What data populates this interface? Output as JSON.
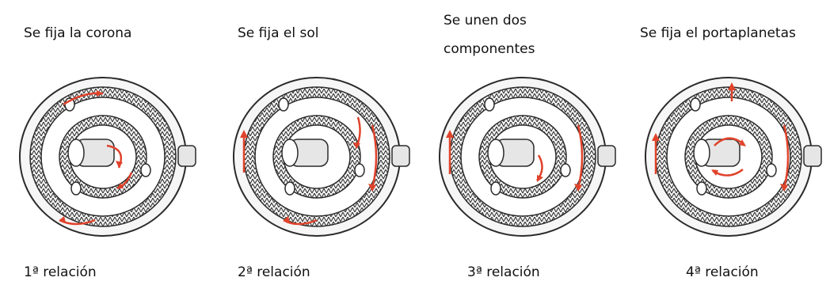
{
  "panels": [
    {
      "top_label": "Se fija la corona",
      "bottom_label": "1ª relación"
    },
    {
      "top_label": "Se fija el sol",
      "bottom_label": "2ª relación"
    },
    {
      "top_label": "Se unen dos componentes",
      "bottom_label": "3ª relación"
    },
    {
      "top_label": "Se fija el portaplanetas",
      "bottom_label": "4ª relación"
    }
  ],
  "colors": {
    "arrow": "#e0432b",
    "gear_stroke": "#2b2b2b",
    "gear_fill": "#f2f2f2",
    "shaft": "#e6e6e6"
  }
}
